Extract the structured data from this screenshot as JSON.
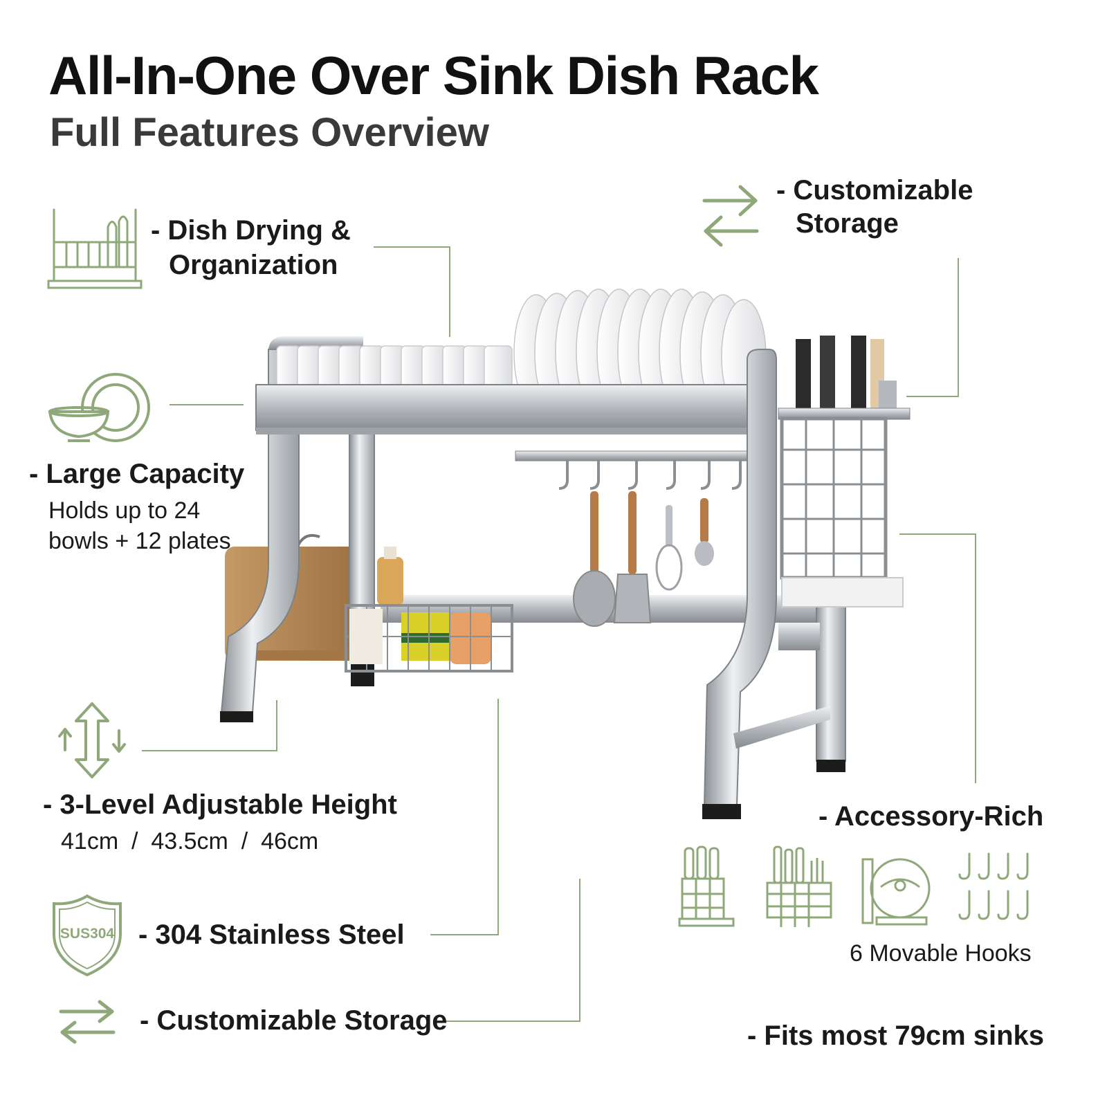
{
  "title": "All-In-One Over Sink Dish Rack",
  "subtitle": "Full Features Overview",
  "colors": {
    "accent": "#8fa87a",
    "text": "#111111",
    "subtitle": "#3a3a3a",
    "steel": "#b9bcbf"
  },
  "features": {
    "dish_drying": {
      "icon": "dish-rack-icon",
      "line1": "- Dish Drying &",
      "line2": "Organization"
    },
    "customizable_top": {
      "icon": "swap-arrows-icon",
      "line1": "- Customizable",
      "line2": "Storage"
    },
    "large_capacity": {
      "icon": "bowl-plate-icon",
      "label": "- Large Capacity",
      "line1": "Holds up to 24",
      "line2": "bowls + 12 plates"
    },
    "adjustable_height": {
      "icon": "height-arrows-icon",
      "label": "- 3-Level Adjustable Height",
      "sizes": "41cm  /  43.5cm  /  46cm"
    },
    "stainless_steel": {
      "icon": "shield-icon",
      "badge": "SUS304",
      "label": "- 304 Stainless Steel"
    },
    "customizable_bottom": {
      "icon": "swap-arrows-icon",
      "label": "- Customizable Storage"
    },
    "accessory_rich": {
      "label": "- Accessory-Rich",
      "icons": [
        "knife-holder-icon",
        "utensil-holder-icon",
        "cutting-board-holder-icon",
        "hooks-icon"
      ],
      "hooks_caption": "6 Movable Hooks"
    },
    "fits_sinks": {
      "label": "- Fits most 79cm sinks"
    }
  }
}
